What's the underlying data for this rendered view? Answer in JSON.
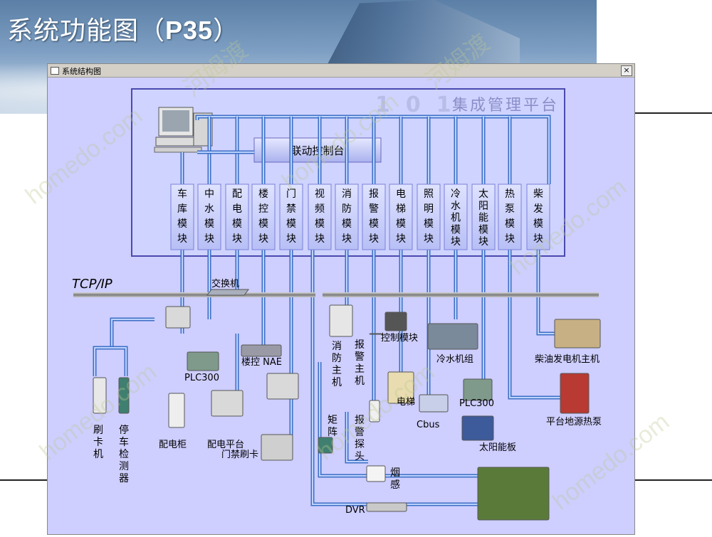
{
  "slide": {
    "title_prefix": "系统功能图（",
    "title_code": "P35",
    "title_suffix": "）"
  },
  "window": {
    "title": "系统结构图",
    "close_glyph": "×"
  },
  "platform": {
    "title": "集成管理平台",
    "deco": "101",
    "console_label": "联动控制台"
  },
  "network_label": "TCP/IP",
  "modules": [
    "车库模块",
    "中水模块",
    "配电模块",
    "楼控模块",
    "门禁模块",
    "视频模块",
    "消防模块",
    "报警模块",
    "电梯模块",
    "照明模块",
    "冷水机模块",
    "太阳能模块",
    "热泵模块",
    "柴发模块"
  ],
  "devices": {
    "switch": "交换机",
    "plc_left": "PLC300",
    "bas_nae": "楼控 NAE",
    "card_reader": "刷卡机",
    "parking_detector": "停车检测器",
    "power_cabinet": "配电柜",
    "power_platform": "配电平台",
    "access_reader": "门禁刷卡",
    "fire_host": "消防主机",
    "alarm_host": "报警主机",
    "matrix": "矩阵",
    "alarm_probe": "报警探头",
    "smoke": "烟感",
    "dvr": "DVR",
    "control_module": "控制模块",
    "elevator": "电梯",
    "cbus": "Cbus",
    "chiller": "冷水机组",
    "plc_right": "PLC300",
    "solar": "太阳能板",
    "diesel": "柴油发电机主机",
    "heat_pump": "平台地源热泵"
  },
  "watermarks": [
    "homedo.com",
    "河姆渡"
  ],
  "colors": {
    "window_bg": "#ceceff",
    "pipe": "#5b8ee6",
    "module": "#c9d1ff",
    "network": "#6a6a6a"
  }
}
